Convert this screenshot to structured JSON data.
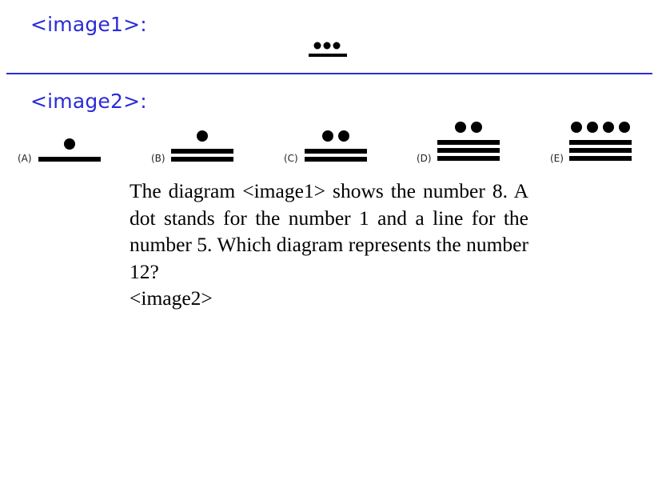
{
  "image1": {
    "label": "<image1>:",
    "dots": 3,
    "lines": 1
  },
  "image2": {
    "label": "<image2>:",
    "options": [
      {
        "letter": "(A)",
        "dots": 1,
        "lines": 1
      },
      {
        "letter": "(B)",
        "dots": 1,
        "lines": 2
      },
      {
        "letter": "(C)",
        "dots": 2,
        "lines": 2
      },
      {
        "letter": "(D)",
        "dots": 2,
        "lines": 3
      },
      {
        "letter": "(E)",
        "dots": 4,
        "lines": 3
      }
    ]
  },
  "question": {
    "text": "The diagram <image1> shows the number 8. A dot stands for the number 1 and a line for the number 5. Which diagram represents the number 12?",
    "image_ref": "<image2>"
  },
  "colors": {
    "label_blue": "#2b2bd9",
    "glyph": "#000000"
  }
}
